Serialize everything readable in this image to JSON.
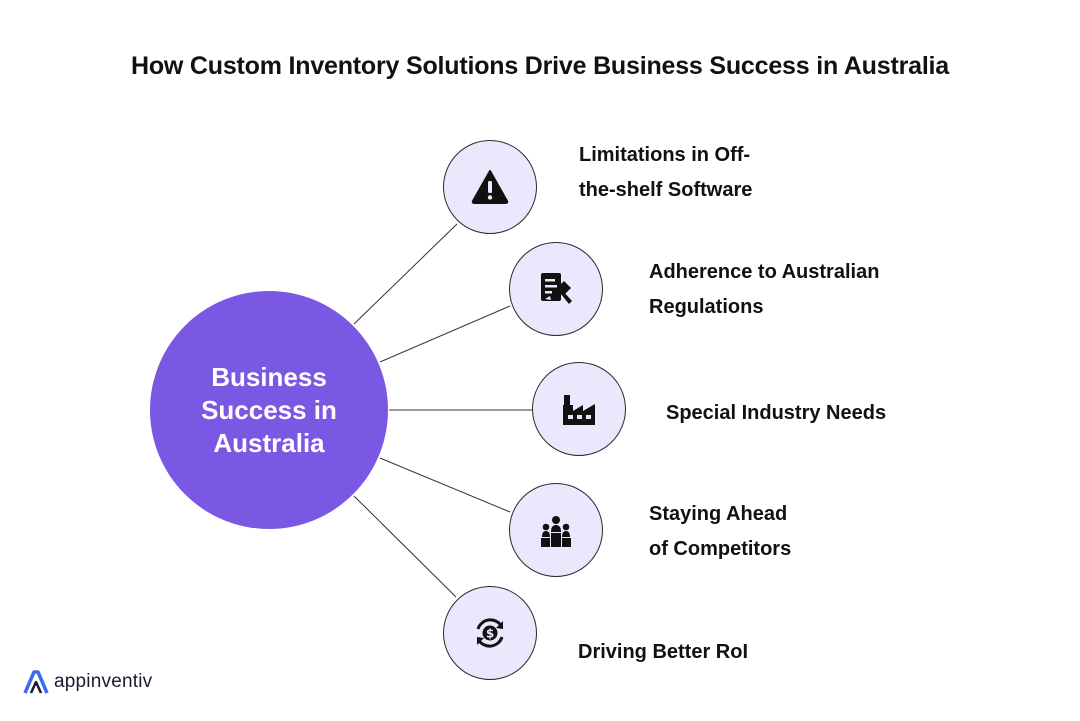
{
  "title": "How Custom Inventory Solutions Drive Business Success in Australia",
  "hub": {
    "label": "Business Success in Australia"
  },
  "nodes": [
    {
      "icon": "warning-icon",
      "label_lines": [
        "Limitations in Off-",
        "the-shelf Software"
      ]
    },
    {
      "icon": "compliance-document-icon",
      "label_lines": [
        "Adherence to Australian",
        "Regulations"
      ]
    },
    {
      "icon": "factory-icon",
      "label_lines": [
        "Special Industry Needs"
      ]
    },
    {
      "icon": "podium-people-icon",
      "label_lines": [
        "Staying Ahead",
        "of Competitors"
      ]
    },
    {
      "icon": "dollar-cycle-icon",
      "label_lines": [
        "Driving Better RoI"
      ]
    }
  ],
  "brand": {
    "name": "appinventiv",
    "icon": "appinventiv-logo-icon"
  },
  "colors": {
    "hub": "#7a58e4",
    "node_fill": "#ece7fc",
    "logo_accent": "#3b6cf0"
  }
}
